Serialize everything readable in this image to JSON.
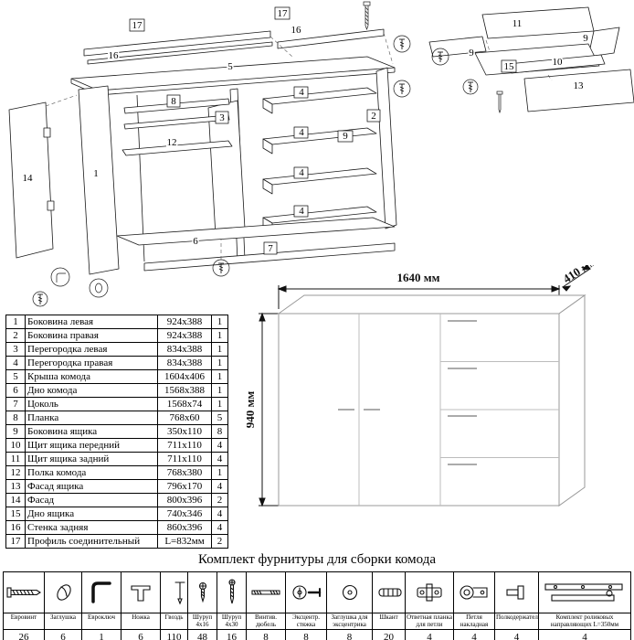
{
  "diagram": {
    "callouts": [
      "17",
      "16",
      "5",
      "16",
      "17",
      "8",
      "3",
      "12",
      "14",
      "1",
      "2",
      "4",
      "4",
      "4",
      "4",
      "9",
      "6",
      "7",
      "11",
      "9",
      "9",
      "15",
      "10",
      "13"
    ]
  },
  "render": {
    "width_label": "1640 мм",
    "depth_label": "410 мм",
    "height_label": "940 мм"
  },
  "parts_table": {
    "rows": [
      {
        "num": "1",
        "name": "Боковина левая",
        "size": "924x388",
        "qty": "1"
      },
      {
        "num": "2",
        "name": "Боковина правая",
        "size": "924x388",
        "qty": "1"
      },
      {
        "num": "3",
        "name": "Перегородка левая",
        "size": "834x388",
        "qty": "1"
      },
      {
        "num": "4",
        "name": "Перегородка правая",
        "size": "834x388",
        "qty": "1"
      },
      {
        "num": "5",
        "name": "Крыша комода",
        "size": "1604x406",
        "qty": "1"
      },
      {
        "num": "6",
        "name": "Дно комода",
        "size": "1568x388",
        "qty": "1"
      },
      {
        "num": "7",
        "name": "Цоколь",
        "size": "1568x74",
        "qty": "1"
      },
      {
        "num": "8",
        "name": "Планка",
        "size": "768x60",
        "qty": "5"
      },
      {
        "num": "9",
        "name": "Боковина ящика",
        "size": "350x110",
        "qty": "8"
      },
      {
        "num": "10",
        "name": "Щит ящика передний",
        "size": "711x110",
        "qty": "4"
      },
      {
        "num": "11",
        "name": "Щит ящика задний",
        "size": "711x110",
        "qty": "4"
      },
      {
        "num": "12",
        "name": "Полка комода",
        "size": "768x380",
        "qty": "1"
      },
      {
        "num": "13",
        "name": "Фасад ящика",
        "size": "796x170",
        "qty": "4"
      },
      {
        "num": "14",
        "name": "Фасад",
        "size": "800x396",
        "qty": "2"
      },
      {
        "num": "15",
        "name": "Дно ящика",
        "size": "740x346",
        "qty": "4"
      },
      {
        "num": "16",
        "name": "Стенка задняя",
        "size": "860x396",
        "qty": "4"
      },
      {
        "num": "17",
        "name": "Профиль соединительный",
        "size": "L=832мм",
        "qty": "2"
      }
    ]
  },
  "hardware": {
    "title": "Комплект фурнитуры для сборки комода",
    "items": [
      {
        "icon": "euro-screw-icon",
        "label": "Евровинт",
        "qty": "26"
      },
      {
        "icon": "cap-icon",
        "label": "Заглушка",
        "qty": "6"
      },
      {
        "icon": "hex-key-icon",
        "label": "Евроключ",
        "qty": "1"
      },
      {
        "icon": "leg-icon",
        "label": "Ножка",
        "qty": "6"
      },
      {
        "icon": "nail-icon",
        "label": "Гвоздь",
        "qty": "110"
      },
      {
        "icon": "screw-4x16-icon",
        "label": "Шуруп 4x16",
        "qty": "48"
      },
      {
        "icon": "screw-4x30-icon",
        "label": "Шуруп 4x30",
        "qty": "16"
      },
      {
        "icon": "dowel-screw-icon",
        "label": "Винтив. дюбель",
        "qty": "8"
      },
      {
        "icon": "cam-lock-icon",
        "label": "Эксцентр. стяжка",
        "qty": "8"
      },
      {
        "icon": "cam-cap-icon",
        "label": "Заглушка для эксцентрика",
        "qty": "8"
      },
      {
        "icon": "wood-dowel-icon",
        "label": "Шкант",
        "qty": "20"
      },
      {
        "icon": "hinge-plate-icon",
        "label": "Ответная планка для петли",
        "qty": "4"
      },
      {
        "icon": "hinge-icon",
        "label": "Петля накладная",
        "qty": "4"
      },
      {
        "icon": "shelf-pin-icon",
        "label": "Полкодержатель",
        "qty": "4"
      },
      {
        "icon": "drawer-slide-icon",
        "label": "Комплект роликовых направляющих L=350мм",
        "qty": "4"
      }
    ]
  }
}
